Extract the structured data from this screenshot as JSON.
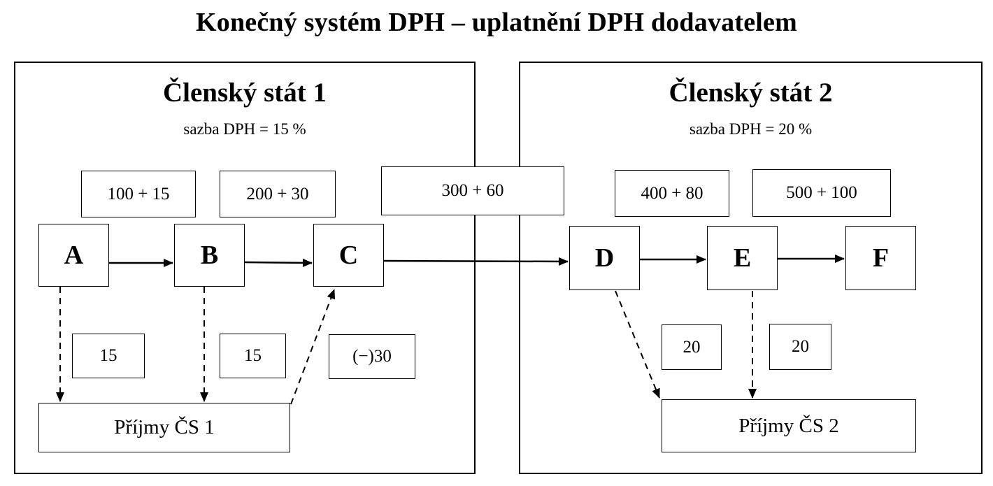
{
  "title": "Konečný systém DPH – uplatnění DPH dodavatelem",
  "states": [
    {
      "name": "Členský stát 1",
      "rate": "sazba DPH = 15 %"
    },
    {
      "name": "Členský stát 2",
      "rate": "sazba DPH = 20 %"
    }
  ],
  "nodes": {
    "a": "A",
    "b": "B",
    "c": "C",
    "d": "D",
    "e": "E",
    "f": "F"
  },
  "prices": {
    "ab": "100 + 15",
    "bc": "200 + 30",
    "cd": "300 + 60",
    "de": "400 + 80",
    "ef": "500 + 100"
  },
  "vat_payments": {
    "a": "15",
    "b": "15",
    "c_refund": "(−)30",
    "d": "20",
    "e": "20"
  },
  "revenues": {
    "ms1": "Příjmy ČS 1",
    "ms2": "Příjmy ČS 2"
  }
}
